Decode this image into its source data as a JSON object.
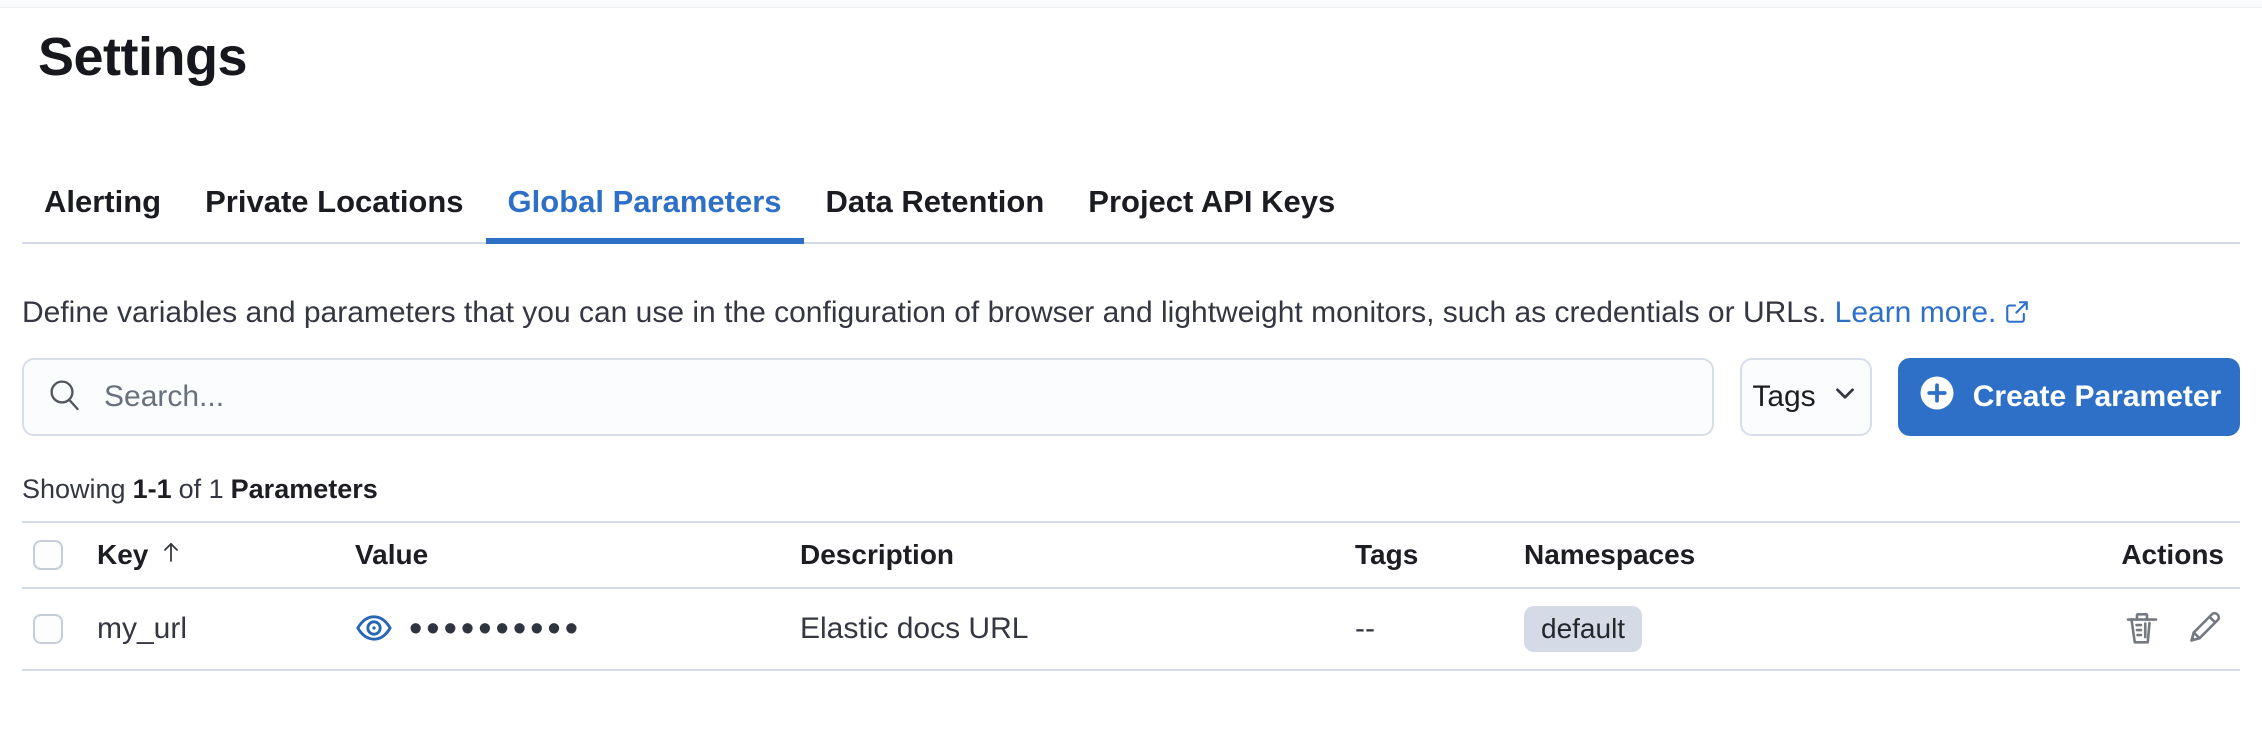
{
  "page": {
    "title": "Settings"
  },
  "tabs": [
    {
      "label": "Alerting",
      "active": false
    },
    {
      "label": "Private Locations",
      "active": false
    },
    {
      "label": "Global Parameters",
      "active": true
    },
    {
      "label": "Data Retention",
      "active": false
    },
    {
      "label": "Project API Keys",
      "active": false
    }
  ],
  "description": {
    "text": "Define variables and parameters that you can use in the configuration of browser and lightweight monitors, such as credentials or URLs.",
    "link_label": "Learn more."
  },
  "toolbar": {
    "search_placeholder": "Search...",
    "search_value": "",
    "tags_filter_label": "Tags",
    "create_button_label": "Create Parameter"
  },
  "summary": {
    "prefix": "Showing",
    "range": "1-1",
    "middle": "of 1",
    "entity": "Parameters"
  },
  "table": {
    "columns": [
      "Key",
      "Value",
      "Description",
      "Tags",
      "Namespaces",
      "Actions"
    ],
    "sort": {
      "column": "Key",
      "direction": "ascending"
    },
    "rows": [
      {
        "key": "my_url",
        "value_masked": "••••••••••",
        "description": "Elastic docs URL",
        "tags": "--",
        "namespace": "default"
      }
    ]
  },
  "icons": {
    "search": "magnifier",
    "tags_dropdown": "chevron-down",
    "create": "plus-in-circle",
    "learn_more": "external-link",
    "sort_key": "arrow-up",
    "value_reveal": "eye",
    "delete": "trash",
    "edit": "pencil"
  },
  "colors": {
    "accent": "#2e70c8",
    "border": "#d3dae6",
    "badge_bg": "#d5dbe6",
    "text_primary": "#1d1e24",
    "text_body": "#343741",
    "icon_gray": "#757a82"
  }
}
